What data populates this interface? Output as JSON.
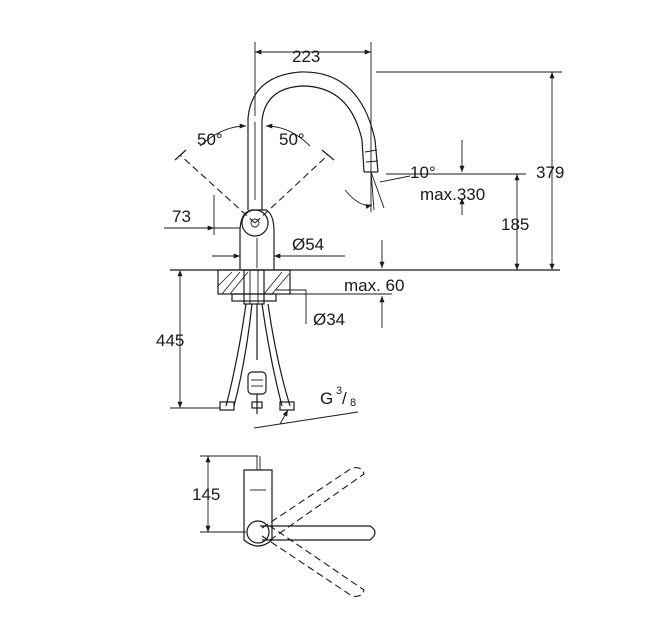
{
  "dimensions": {
    "width_top": "223",
    "height_total": "379",
    "angle_left": "50°",
    "angle_right": "50°",
    "spout_angle": "10°",
    "max_pullout": "max.330",
    "spout_height": "185",
    "handle_offset": "73",
    "body_diameter": "Ø54",
    "max_counter": "max. 60",
    "hole_diameter": "Ø34",
    "hose_length": "445",
    "thread_prefix": "G",
    "thread_num": "3",
    "thread_slash": "/",
    "thread_den": "8",
    "top_depth": "145"
  }
}
